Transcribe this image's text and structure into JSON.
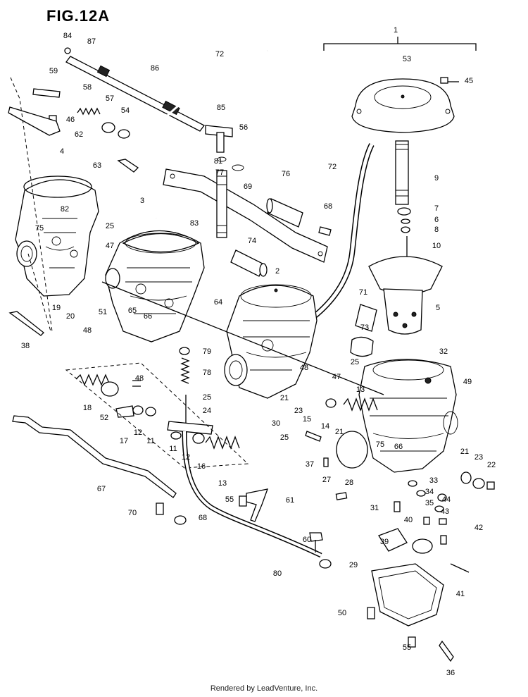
{
  "figure_title": "FIG.12A",
  "footer_text": "Rendered by LeadVenture, Inc.",
  "callouts": [
    {
      "n": "84"
    },
    {
      "n": "87"
    },
    {
      "n": "72"
    },
    {
      "n": "1"
    },
    {
      "n": "53"
    },
    {
      "n": "45"
    },
    {
      "n": "59"
    },
    {
      "n": "86"
    },
    {
      "n": "58"
    },
    {
      "n": "57"
    },
    {
      "n": "54"
    },
    {
      "n": "46"
    },
    {
      "n": "62"
    },
    {
      "n": "85"
    },
    {
      "n": "56"
    },
    {
      "n": "4"
    },
    {
      "n": "63"
    },
    {
      "n": "81"
    },
    {
      "n": "77"
    },
    {
      "n": "72"
    },
    {
      "n": "9"
    },
    {
      "n": "76"
    },
    {
      "n": "69"
    },
    {
      "n": "7"
    },
    {
      "n": "68"
    },
    {
      "n": "3"
    },
    {
      "n": "82"
    },
    {
      "n": "6"
    },
    {
      "n": "75"
    },
    {
      "n": "25"
    },
    {
      "n": "83"
    },
    {
      "n": "8"
    },
    {
      "n": "47"
    },
    {
      "n": "74"
    },
    {
      "n": "10"
    },
    {
      "n": "2"
    },
    {
      "n": "19"
    },
    {
      "n": "20"
    },
    {
      "n": "51"
    },
    {
      "n": "65"
    },
    {
      "n": "66"
    },
    {
      "n": "64"
    },
    {
      "n": "71"
    },
    {
      "n": "5"
    },
    {
      "n": "48"
    },
    {
      "n": "38"
    },
    {
      "n": "73"
    },
    {
      "n": "79"
    },
    {
      "n": "32"
    },
    {
      "n": "78"
    },
    {
      "n": "48"
    },
    {
      "n": "25"
    },
    {
      "n": "47"
    },
    {
      "n": "49"
    },
    {
      "n": "48"
    },
    {
      "n": "13"
    },
    {
      "n": "25"
    },
    {
      "n": "21"
    },
    {
      "n": "24"
    },
    {
      "n": "18"
    },
    {
      "n": "52"
    },
    {
      "n": "23"
    },
    {
      "n": "15"
    },
    {
      "n": "30"
    },
    {
      "n": "14"
    },
    {
      "n": "21"
    },
    {
      "n": "17"
    },
    {
      "n": "12"
    },
    {
      "n": "11"
    },
    {
      "n": "25"
    },
    {
      "n": "11"
    },
    {
      "n": "75"
    },
    {
      "n": "66"
    },
    {
      "n": "12"
    },
    {
      "n": "16"
    },
    {
      "n": "13"
    },
    {
      "n": "37"
    },
    {
      "n": "21"
    },
    {
      "n": "23"
    },
    {
      "n": "22"
    },
    {
      "n": "28"
    },
    {
      "n": "67"
    },
    {
      "n": "27"
    },
    {
      "n": "33"
    },
    {
      "n": "34"
    },
    {
      "n": "44"
    },
    {
      "n": "55"
    },
    {
      "n": "61"
    },
    {
      "n": "35"
    },
    {
      "n": "70"
    },
    {
      "n": "31"
    },
    {
      "n": "43"
    },
    {
      "n": "68"
    },
    {
      "n": "40"
    },
    {
      "n": "42"
    },
    {
      "n": "60"
    },
    {
      "n": "39"
    },
    {
      "n": "29"
    },
    {
      "n": "80"
    },
    {
      "n": "41"
    },
    {
      "n": "50"
    },
    {
      "n": "55"
    },
    {
      "n": "36"
    }
  ]
}
